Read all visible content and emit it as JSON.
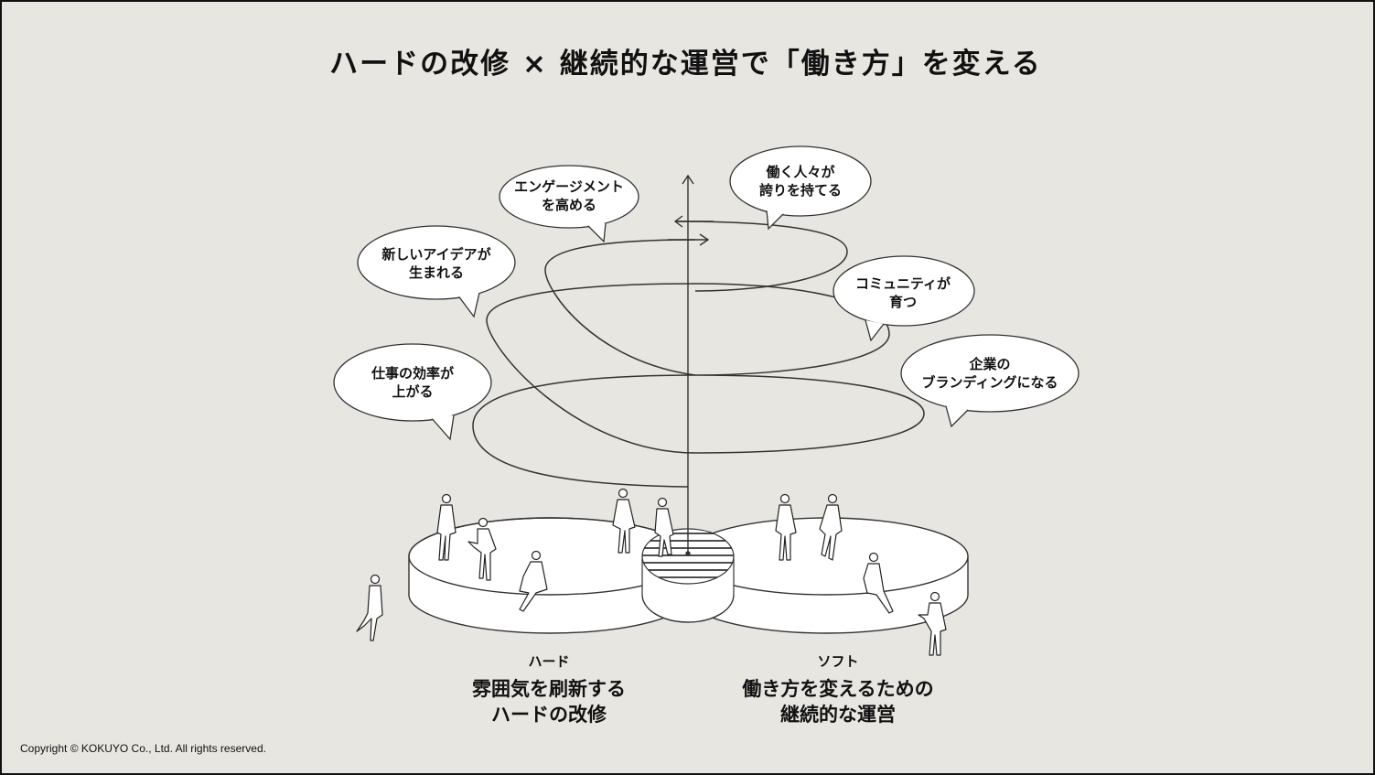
{
  "title": "ハードの改修 × 継続的な運営で「働き方」を変える",
  "bubbles": [
    {
      "line1": "エンゲージメント",
      "line2": "を高める"
    },
    {
      "line1": "働く人々が",
      "line2": "誇りを持てる"
    },
    {
      "line1": "新しいアイデアが",
      "line2": "生まれる"
    },
    {
      "line1": "コミュニティが",
      "line2": "育つ"
    },
    {
      "line1": "仕事の効率が",
      "line2": "上がる"
    },
    {
      "line1": "企業の",
      "line2": "ブランディングになる"
    }
  ],
  "hard": {
    "label": "ハード",
    "line1": "雰囲気を刷新する",
    "line2": "ハードの改修"
  },
  "soft": {
    "label": "ソフト",
    "line1": "働き方を変えるための",
    "line2": "継続的な運営"
  },
  "copyright": "Copyright © KOKUYO Co., Ltd. All rights reserved."
}
